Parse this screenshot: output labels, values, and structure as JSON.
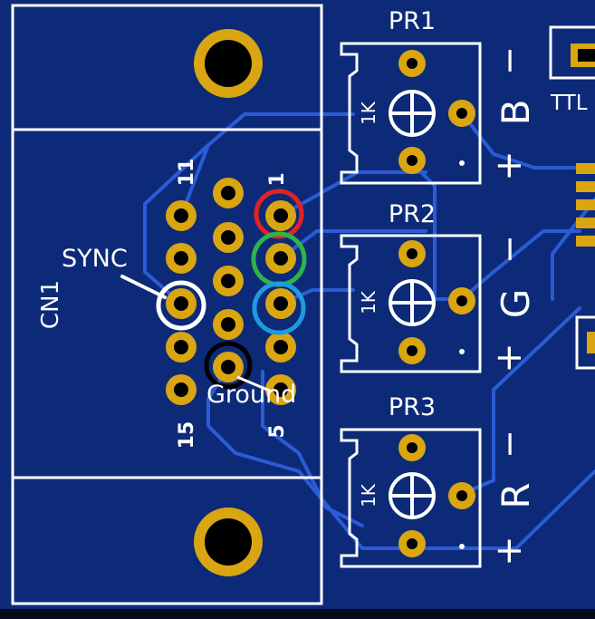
{
  "connector": {
    "ref": "CN1",
    "pin_1": "1",
    "pin_5": "5",
    "pin_11": "11",
    "pin_15": "15",
    "sync_label": "SYNC",
    "ground_label": "Ground",
    "highlights": {
      "red": "#e02424",
      "green": "#2db34a",
      "blue": "#1e9be0",
      "white": "#ffffff",
      "black": "#000000"
    }
  },
  "pots": [
    {
      "ref": "PR1",
      "value": "1K",
      "channel": "B",
      "minus": "−",
      "plus": "+"
    },
    {
      "ref": "PR2",
      "value": "1K",
      "channel": "G",
      "minus": "−",
      "plus": "+"
    },
    {
      "ref": "PR3",
      "value": "1K",
      "channel": "R",
      "minus": "−",
      "plus": "+"
    }
  ],
  "edge_label": "TTL",
  "colors": {
    "board": "#0d2a78",
    "copper_fill": "#163a9a",
    "trace": "#2b5bd6",
    "pad": "#d9a511",
    "silkscreen": "#ffffff"
  }
}
